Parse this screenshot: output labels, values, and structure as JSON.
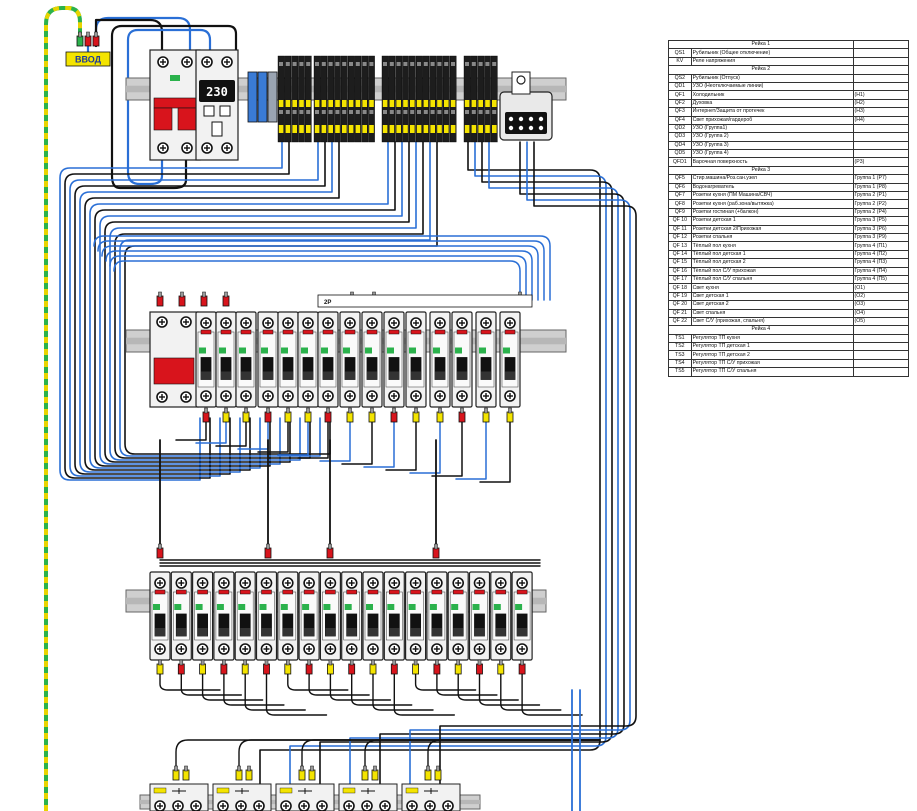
{
  "diagram": {
    "input_label": "ВВОД",
    "meter_display": "230",
    "group_label_2p": "2P"
  },
  "legend": {
    "rows": [
      {
        "type": "header",
        "text": "Рейка 1"
      },
      {
        "code": "QS1",
        "desc": "Рубильник (Общее отключение)",
        "group": ""
      },
      {
        "code": "KV",
        "desc": "Реле напряжения",
        "group": ""
      },
      {
        "type": "header",
        "text": "Рейка 2"
      },
      {
        "code": "QS2",
        "desc": "Рубильник (Отпуск)",
        "group": ""
      },
      {
        "code": "QD1",
        "desc": "УЗО (Неотключаемые линии)",
        "group": ""
      },
      {
        "code": "QF1",
        "desc": "Холодильник",
        "group": "(Н1)"
      },
      {
        "code": "QF2",
        "desc": "Духовка",
        "group": "(Н2)"
      },
      {
        "code": "QF3",
        "desc": "Интернет/Защита от протечек",
        "group": "(Н3)"
      },
      {
        "code": "QF4",
        "desc": "Свет прихожая/гардероб",
        "group": "(Н4)"
      },
      {
        "code": "QD2",
        "desc": "УЗО (Группа1)",
        "group": ""
      },
      {
        "code": "QD3",
        "desc": "УЗО (Группа 2)",
        "group": ""
      },
      {
        "code": "QD4",
        "desc": "УЗО (Группа 3)",
        "group": ""
      },
      {
        "code": "QD5",
        "desc": "УЗО (Группа 4)",
        "group": ""
      },
      {
        "code": "QFD1",
        "desc": "Варочная поверхность",
        "group": "(Р3)"
      },
      {
        "type": "header",
        "text": "Рейка 3"
      },
      {
        "code": "QF5",
        "desc": "Стир.машина/Роз.сан.узел",
        "group": "Группа 1 (Р7)"
      },
      {
        "code": "QF6",
        "desc": "Водонагреватель",
        "group": "Группа 1 (Р8)"
      },
      {
        "code": "QF7",
        "desc": "Розетки кухня (ПМ Машина/СВЧ)",
        "group": "Группа 2 (Р1)"
      },
      {
        "code": "QF8",
        "desc": "Розетки кухня (раб.зона/вытяжка)",
        "group": "Группа 2 (Р2)"
      },
      {
        "code": "QF9",
        "desc": "Розетки гостиная (+балкон)",
        "group": "Группа 2 (Р4)"
      },
      {
        "code": "QF 10",
        "desc": "Розетки детская 1",
        "group": "Группа 3 (Р5)"
      },
      {
        "code": "QF 11",
        "desc": "Розетки детская 2/Прихожая",
        "group": "Группа 3 (Р6)"
      },
      {
        "code": "QF 12",
        "desc": "Розетки спальня",
        "group": "Группа 3 (Р9)"
      },
      {
        "code": "QF 13",
        "desc": "Тёплый пол кухня",
        "group": "Группа 4 (П1)"
      },
      {
        "code": "QF 14",
        "desc": "Тёплый пол детская 1",
        "group": "Группа 4 (П2)"
      },
      {
        "code": "QF 15",
        "desc": "Тёплый пол детская 2",
        "group": "Группа 4 (П3)"
      },
      {
        "code": "QF 16",
        "desc": "Тёплый пол С/У прихожая",
        "group": "Группа 4 (П4)"
      },
      {
        "code": "QF 17",
        "desc": "Тёплый пол С/У спальня",
        "group": "Группа 4 (П5)"
      },
      {
        "code": "QF 18",
        "desc": "Свет кухня",
        "group": "(О1)"
      },
      {
        "code": "QF 19",
        "desc": "Свет детская 1",
        "group": "(О2)"
      },
      {
        "code": "QF 20",
        "desc": "Свет детская 2",
        "group": "(О3)"
      },
      {
        "code": "QF 21",
        "desc": "Свет спальня",
        "group": "(О4)"
      },
      {
        "code": "QF 22",
        "desc": "Свет С/У (прихожая, спальня)",
        "group": "(О5)"
      },
      {
        "type": "header",
        "text": "Рейка 4"
      },
      {
        "code": "TS1",
        "desc": "Регулятор ТП кухня",
        "group": ""
      },
      {
        "code": "TS2",
        "desc": "Регулятор ТП детская 1",
        "group": ""
      },
      {
        "code": "TS3",
        "desc": "Регулятор ТП детская 2",
        "group": ""
      },
      {
        "code": "TS4",
        "desc": "Регулятор ТП С/У прихожая",
        "group": ""
      },
      {
        "code": "TS5",
        "desc": "Регулятор ТП С/У спальня",
        "group": ""
      }
    ]
  },
  "colors": {
    "neutral_wire": "#2a6fd6",
    "phase_wire": "#111111",
    "ground_wire": "#e8d400",
    "breaker_body": "#f2f2f2",
    "handle_red": "#d8141c",
    "terminal_yellow": "#f4e400",
    "brand_green": "#2bb24c"
  }
}
